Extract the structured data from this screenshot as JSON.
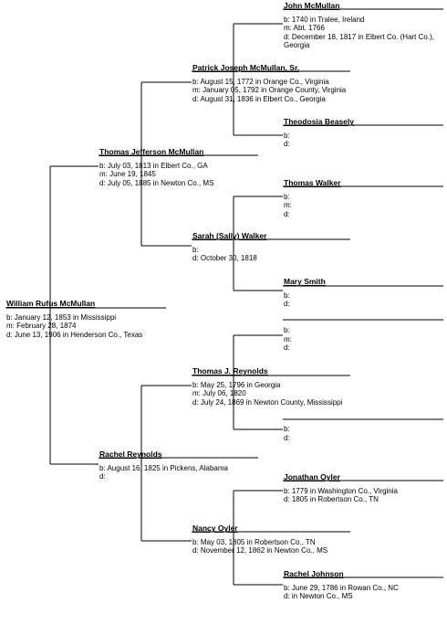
{
  "people": [
    {
      "id": "john",
      "name": "John McMullan",
      "lines": [
        "b: 1740 in Tralee, Ireland",
        "m: Abt. 1766",
        "d: December 18, 1817 in Elbert Co. (Hart Co.),",
        "Georgia"
      ]
    },
    {
      "id": "patrick",
      "name": "Patrick Joseph McMullan, Sr.",
      "lines": [
        "b: August 15, 1772 in Orange Co., Virginia",
        "m: January 05, 1792 in Orange County, Virginia",
        "d: August 31, 1836 in Elbert Co., Georgia"
      ]
    },
    {
      "id": "theodosia",
      "name": "Theodosia Beasely",
      "lines": [
        "b:",
        "d:"
      ]
    },
    {
      "id": "thomasj",
      "name": "Thomas Jefferson McMullan",
      "lines": [
        "b: July 03, 1813 in Elbert Co., GA",
        "m: June 19, 1845",
        "d: July 05, 1885 in Newton Co., MS"
      ]
    },
    {
      "id": "walker",
      "name": "Thomas Walker",
      "lines": [
        "b:",
        "m:",
        "d:"
      ]
    },
    {
      "id": "sarah",
      "name": "Sarah (Sally) Walker",
      "lines": [
        "b:",
        "d: October 30, 1818"
      ]
    },
    {
      "id": "mary",
      "name": "Mary Smith",
      "lines": [
        "b:",
        "d:"
      ]
    },
    {
      "id": "william",
      "name": "William Rufus McMullan",
      "lines": [
        "b: January 12, 1853 in Mississippi",
        "m: February 28, 1874",
        "d: June 13, 1906 in Henderson Co., Texas"
      ]
    },
    {
      "id": "unk1",
      "name": "",
      "lines": [
        "b:",
        "m:",
        "d:"
      ]
    },
    {
      "id": "reynolds",
      "name": "Thomas J. Reynolds",
      "lines": [
        "b: May 25, 1796 in Georgia",
        "m: July 06, 1820",
        "d: July 24, 1869 in Newton County, Mississippi"
      ]
    },
    {
      "id": "unk2",
      "name": "",
      "lines": [
        "b:",
        "d:"
      ]
    },
    {
      "id": "rachel",
      "name": "Rachel Reynolds",
      "lines": [
        "b: August 16, 1825 in Pickens, Alabama",
        "d:"
      ]
    },
    {
      "id": "jonathan",
      "name": "Jonathan Oyler",
      "lines": [
        "b: 1779 in Washington Co., Virginia",
        "d: 1805 in Robertson Co., TN"
      ]
    },
    {
      "id": "nancy",
      "name": "Nancy Oyler",
      "lines": [
        "b: May 03, 1805 in Robertson Co., TN",
        "d: November 12, 1862 in Newton Co., MS"
      ]
    },
    {
      "id": "racheljohnson",
      "name": "Rachel Johnson",
      "lines": [
        "b: June 29, 1786 in Rowan Co., NC",
        "d: in Newton Co., MS"
      ]
    }
  ]
}
